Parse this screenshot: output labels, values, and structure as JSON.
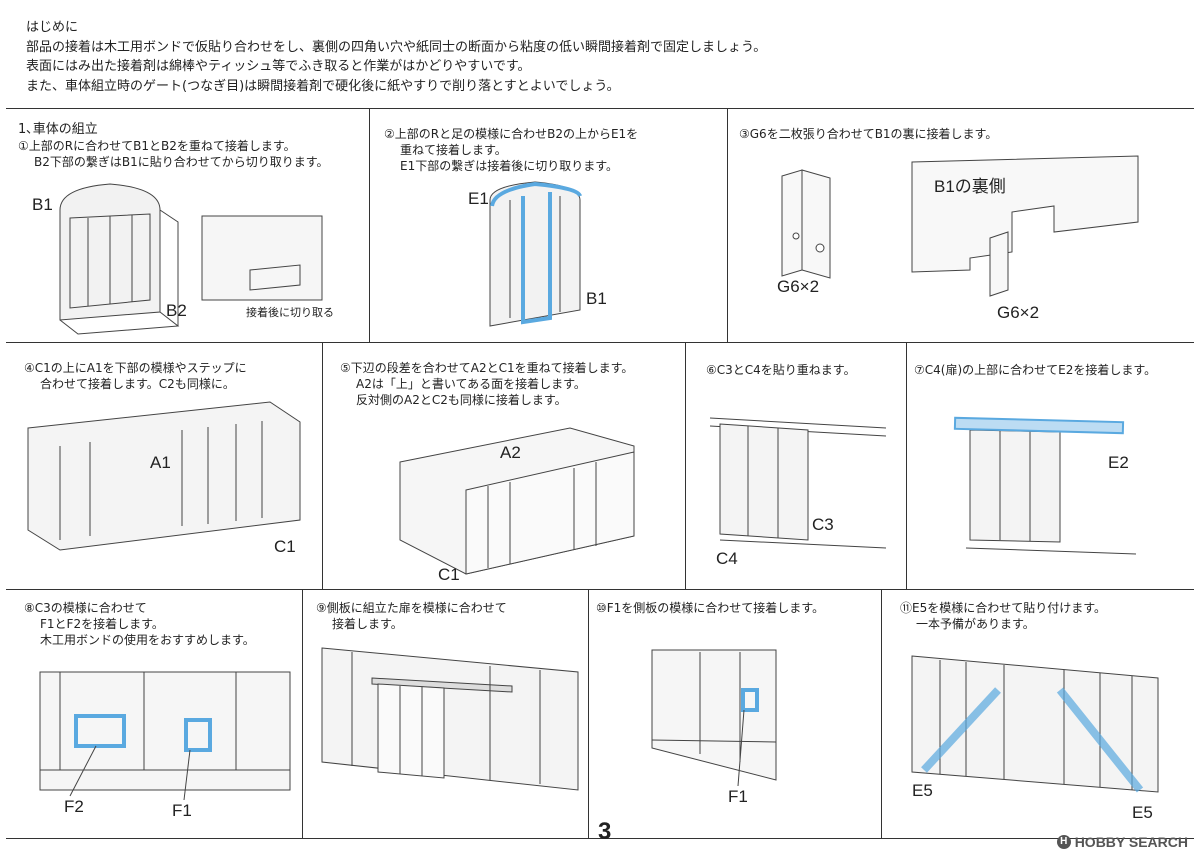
{
  "intro": {
    "heading": "はじめに",
    "lines": [
      "部品の接着は木工用ボンドで仮貼り合わせをし、裏側の四角い穴や紙同士の断面から粘度の低い瞬間接着剤で固定しましょう。",
      "表面にはみ出た接着剤は綿棒やティッシュ等でふき取ると作業がはかどりやすいです。",
      "また、車体組立時のゲート(つなぎ目)は瞬間接着剤で硬化後に紙やすりで削り落とすとよいでしょう。"
    ]
  },
  "steps": {
    "s1": {
      "section": "1､車体の組立",
      "lines": [
        "①上部のRに合わせてB1とB2を重ねて接着します。",
        "B2下部の繋ぎはB1に貼り合わせてから切り取ります。"
      ],
      "labels": [
        "B1",
        "B2"
      ],
      "note": "接着後に切り取る"
    },
    "s2": {
      "lines": [
        "②上部のRと足の模様に合わせB2の上からE1を",
        "重ねて接着します。",
        "E1下部の繋ぎは接着後に切り取ります。"
      ],
      "labels": [
        "E1",
        "B1"
      ]
    },
    "s3": {
      "lines": [
        "③G6を二枚張り合わせてB1の裏に接着します。"
      ],
      "labels": [
        "G6×2",
        "B1の裏側",
        "G6×2"
      ]
    },
    "s4": {
      "lines": [
        "④C1の上にA1を下部の模様やステップに",
        "合わせて接着します。C2も同様に。"
      ],
      "labels": [
        "A1",
        "C1"
      ]
    },
    "s5": {
      "lines": [
        "⑤下辺の段差を合わせてA2とC1を重ねて接着します。",
        "A2は「上」と書いてある面を接着します。",
        "反対側のA2とC2も同様に接着します。"
      ],
      "labels": [
        "A2",
        "C1"
      ]
    },
    "s6": {
      "lines": [
        "⑥C3とC4を貼り重ねます。"
      ],
      "labels": [
        "C3",
        "C4"
      ]
    },
    "s7": {
      "lines": [
        "⑦C4(扉)の上部に合わせてE2を接着します。"
      ],
      "labels": [
        "E2"
      ]
    },
    "s8": {
      "lines": [
        "⑧C3の模様に合わせて",
        "F1とF2を接着します。",
        "木工用ボンドの使用をおすすめします。"
      ],
      "labels": [
        "F2",
        "F1"
      ]
    },
    "s9": {
      "lines": [
        "⑨側板に組立た扉を模様に合わせて",
        "接着します。"
      ]
    },
    "s10": {
      "lines": [
        "⑩F1を側板の模様に合わせて接着します。"
      ],
      "labels": [
        "F1"
      ]
    },
    "s11": {
      "lines": [
        "⑪E5を模様に合わせて貼り付けます。",
        "一本予備があります。"
      ],
      "labels": [
        "E5",
        "E5"
      ]
    }
  },
  "footer": {
    "page_number": "3",
    "brand": "HOBBY SEARCH"
  },
  "colors": {
    "accent": "#5aa9e0",
    "line": "#333333"
  }
}
